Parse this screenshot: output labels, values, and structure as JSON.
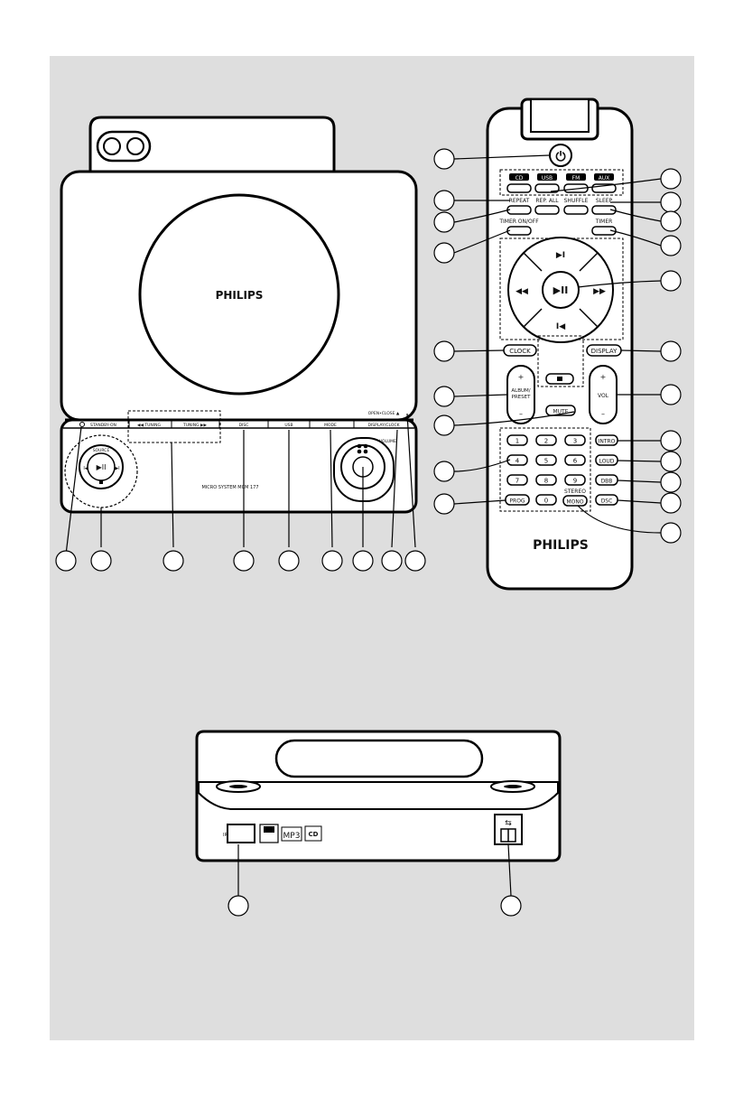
{
  "main_unit": {
    "brand": "PHILIPS",
    "model_text": "MICRO SYSTEM MCM 177",
    "top_buttons": [
      "STANDBY-ON",
      "◀◀ TUNING",
      "TUNING ▶▶",
      "DISC",
      "USB",
      "MODE",
      "DISPLAY/CLOCK"
    ],
    "open_close": "OPEN•CLOSE ▲",
    "source_label": "SOURCE",
    "volume_label": "VOLUME"
  },
  "remote": {
    "brand": "PHILIPS",
    "source_keys": [
      "CD",
      "USB",
      "FM",
      "AUX"
    ],
    "row_labels": [
      "REPEAT",
      "REP. ALL",
      "SHUFFLE",
      "SLEEP"
    ],
    "timer_onoff": "TIMER ON/OFF",
    "timer": "TIMER",
    "clock": "CLOCK",
    "display": "DISPLAY",
    "album_preset": [
      "ALBUM/",
      "PRESET"
    ],
    "vol": "VOL",
    "mute": "MUTE",
    "digits": [
      "1",
      "2",
      "3",
      "4",
      "5",
      "6",
      "7",
      "8",
      "9",
      "0"
    ],
    "prog": "PROG",
    "stereo": "STEREO",
    "mono": "MONO",
    "side_keys": [
      "INTRO",
      "LOUD",
      "DBB",
      "DSC"
    ],
    "plus": "+",
    "minus": "–"
  }
}
